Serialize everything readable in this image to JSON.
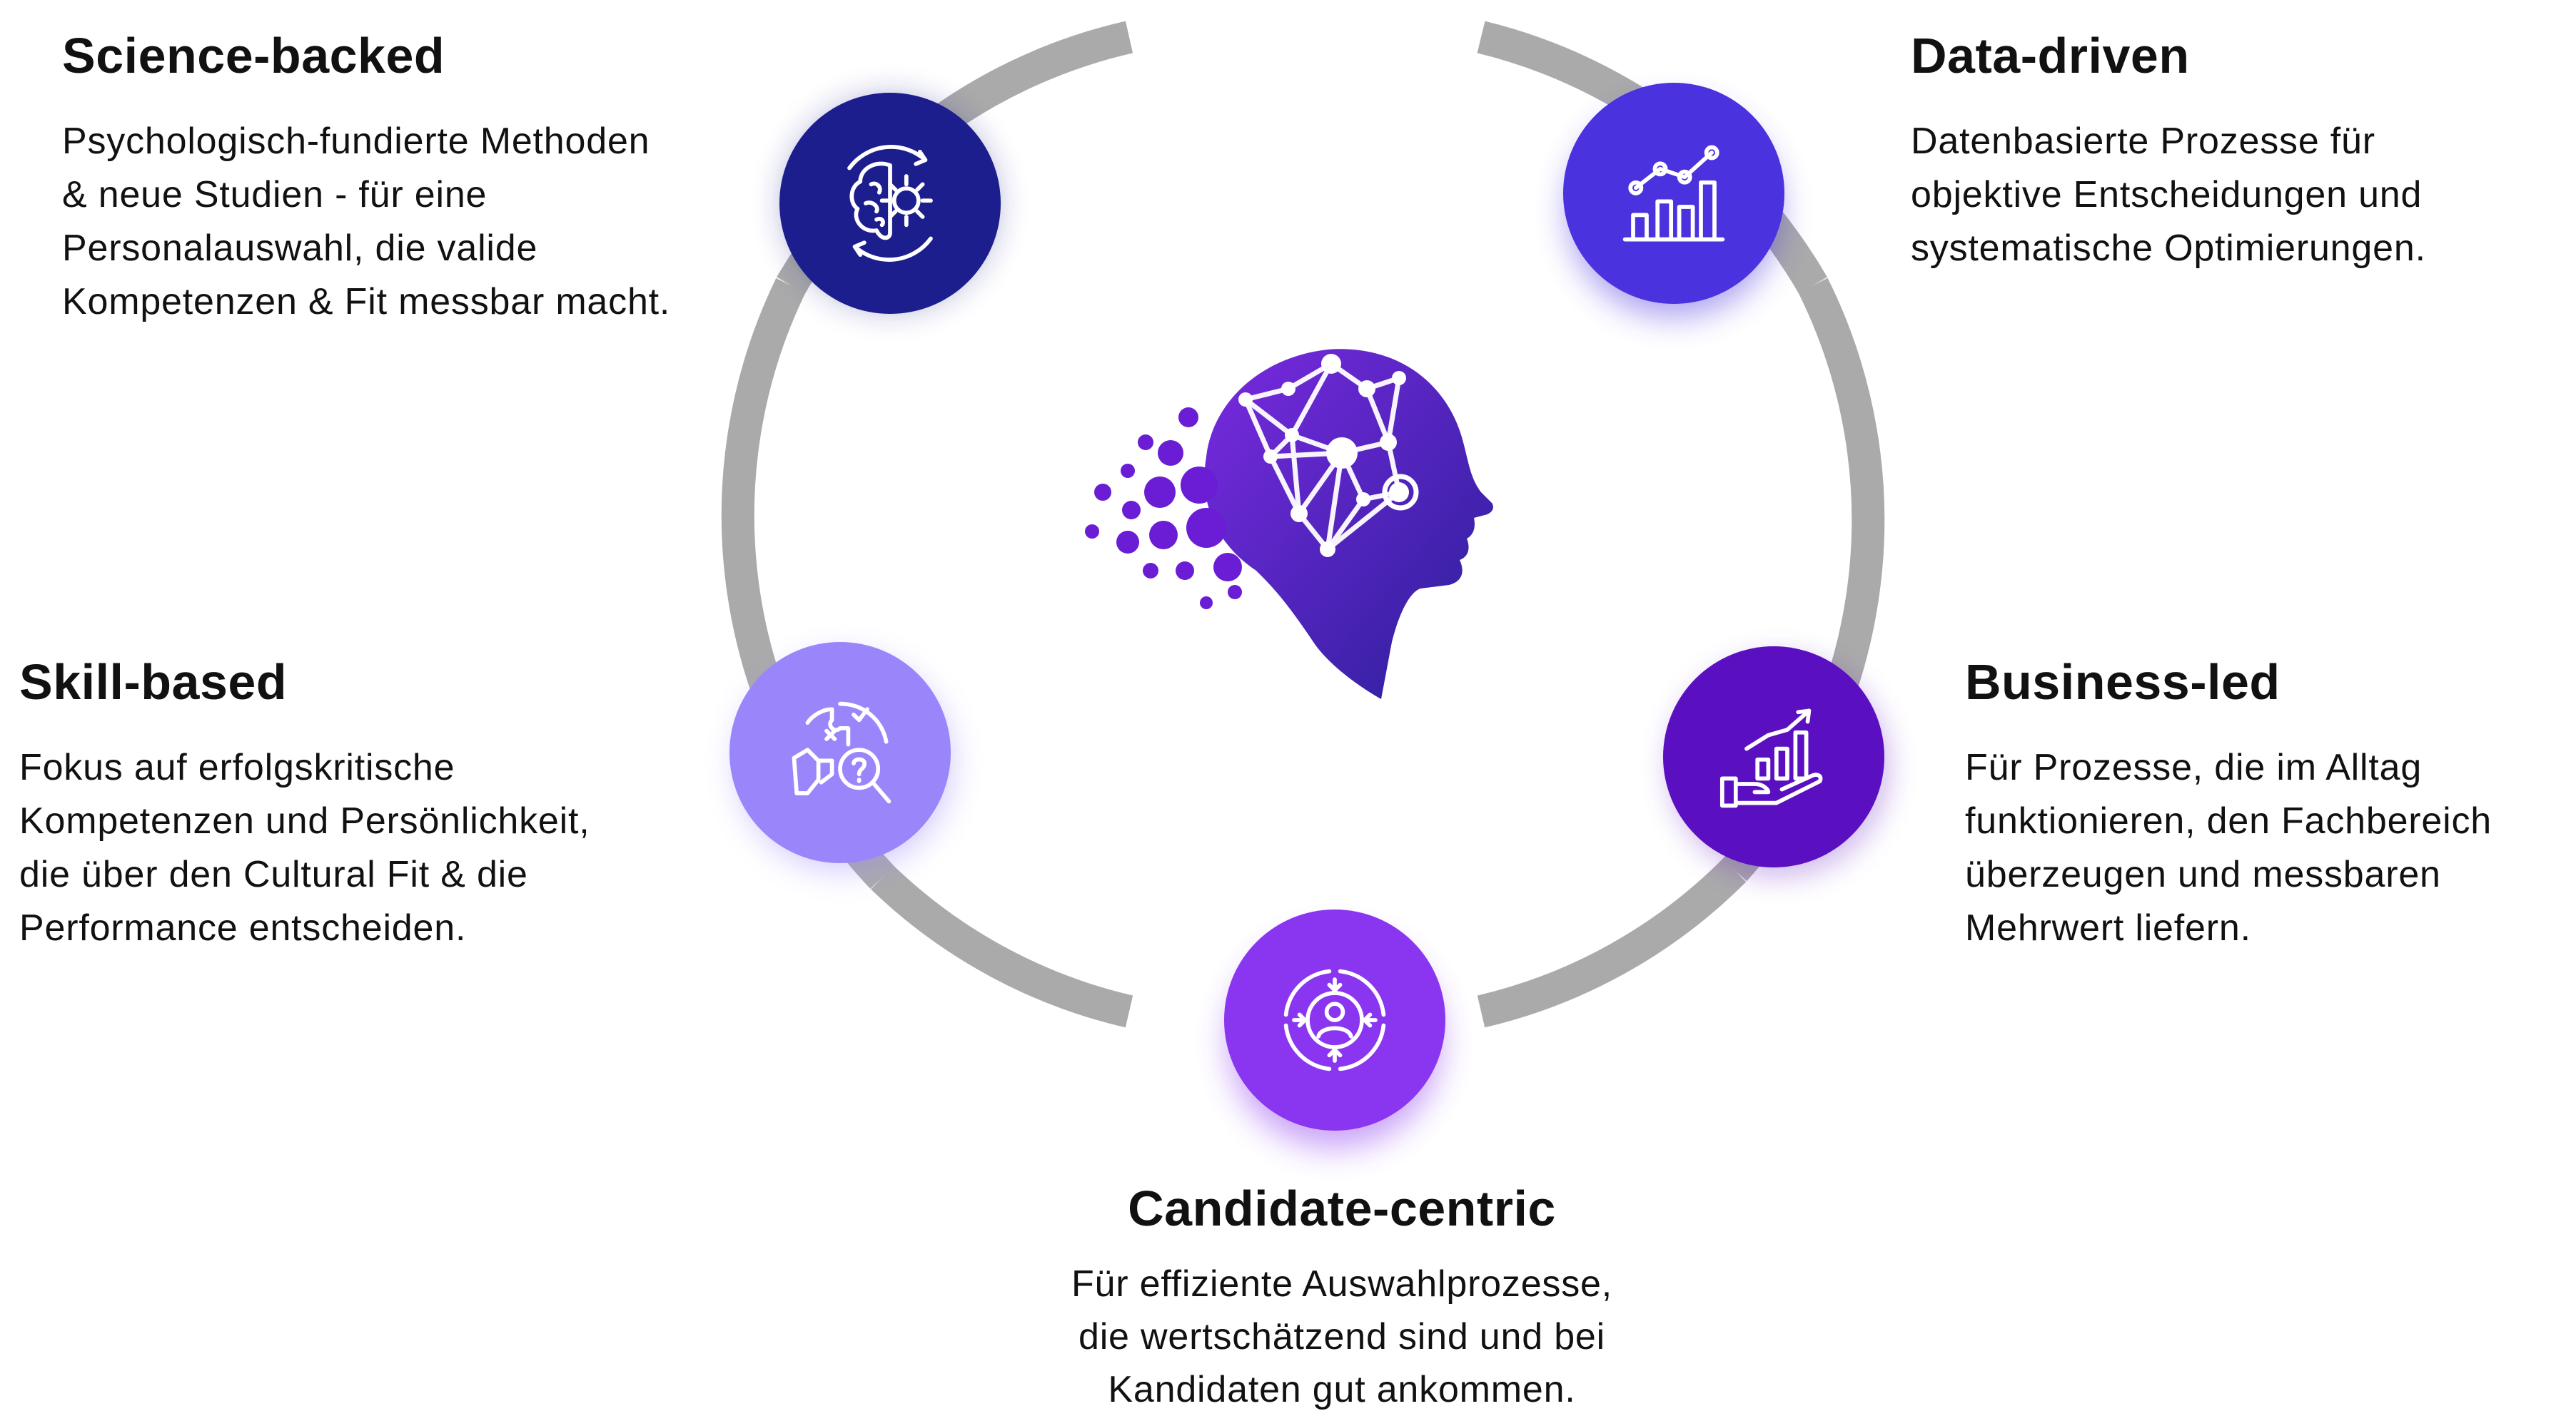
{
  "colors": {
    "ring": "#aaaaaa",
    "science": "#1b1e8c",
    "data": "#4a32de",
    "skill": "#9a86fa",
    "business": "#5a10c0",
    "candidate": "#8a35f0",
    "logo_dark": "#3b1fa8",
    "logo_mid": "#6a1dd4"
  },
  "pillars": {
    "science": {
      "title": "Science-backed",
      "text": "Psychologisch-fundierte Methoden\n& neue Studien - für eine\nPersonalauswahl, die valide\nKompetenzen & Fit messbar macht.",
      "icon": "brain-gear-icon"
    },
    "data": {
      "title": "Data-driven",
      "text": "Datenbasierte Prozesse für\nobjektive Entscheidungen und\nsystematische Optimierungen.",
      "icon": "line-bar-chart-icon"
    },
    "skill": {
      "title": "Skill-based",
      "text": "Fokus auf erfolgskritische\nKompetenzen und Persönlichkeit,\ndie über den Cultural Fit & die\nPerformance entscheiden.",
      "icon": "puzzle-magnifier-icon"
    },
    "business": {
      "title": "Business-led",
      "text": "Für Prozesse, die im Alltag\nfunktionieren, den Fachbereich\nüberzeugen und messbaren\nMehrwert liefern.",
      "icon": "hand-growth-chart-icon"
    },
    "candidate": {
      "title": "Candidate-centric",
      "text": "Für effiziente Auswahlprozesse,\ndie wertschätzend sind und bei\nKandidaten gut ankommen.",
      "icon": "user-circular-arrows-icon"
    }
  },
  "center_logo": {
    "icon": "ai-head-network-icon"
  }
}
